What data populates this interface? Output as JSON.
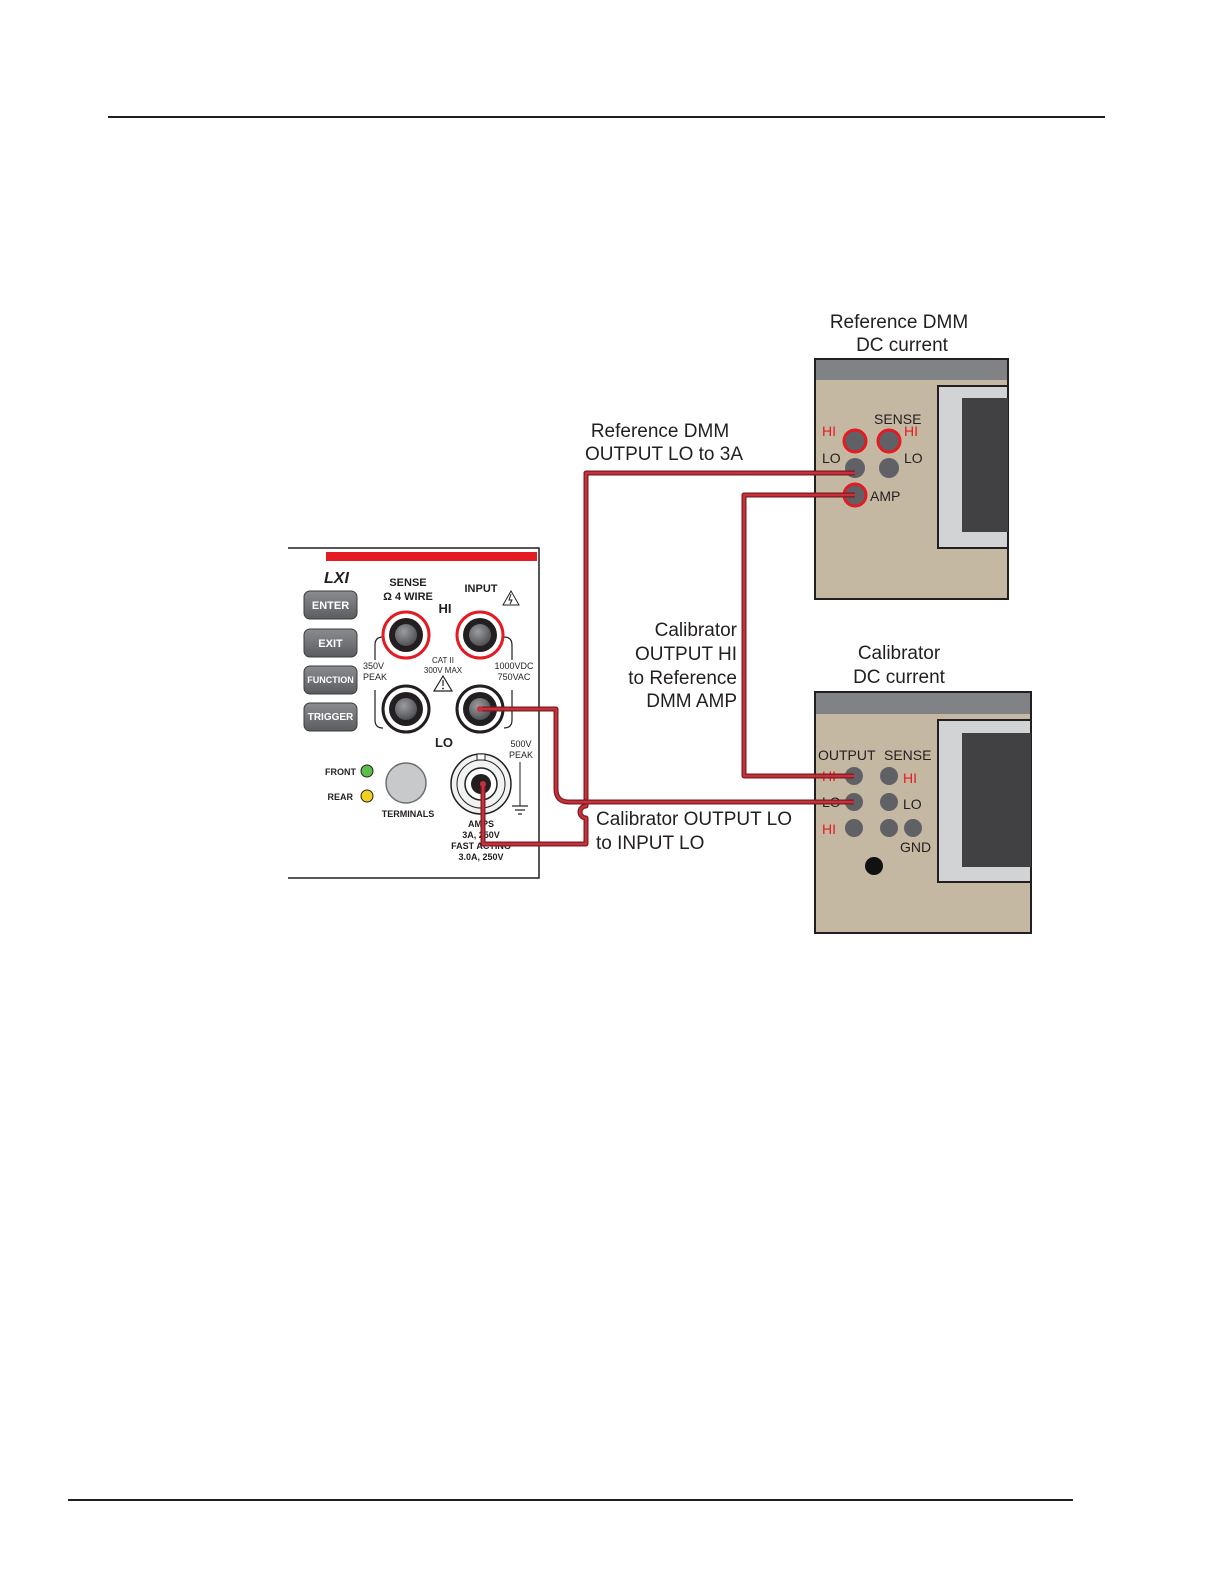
{
  "diagram": {
    "labels": {
      "ref_dmm_title_1": "Reference DMM",
      "ref_dmm_title_2": "DC current",
      "calibrator_title_1": "Calibrator",
      "calibrator_title_2": "DC current",
      "wire_lo_3a_1": "Reference DMM",
      "wire_lo_3a_2": "OUTPUT LO to 3A",
      "wire_hi_amp_1": "Calibrator",
      "wire_hi_amp_2": "OUTPUT HI",
      "wire_hi_amp_3": "to Reference",
      "wire_hi_amp_4": "DMM AMP",
      "wire_lo_input_1": "Calibrator OUTPUT LO",
      "wire_lo_input_2": "to INPUT LO"
    },
    "ref_dmm": {
      "sense": "SENSE",
      "hi_left": "HI",
      "hi_right": "HI",
      "lo_left": "LO",
      "lo_right": "LO",
      "amp": "AMP"
    },
    "calibrator": {
      "output": "OUTPUT",
      "sense": "SENSE",
      "hi_out": "HI",
      "lo_out": "LO",
      "sense_hi": "HI",
      "sense_lo": "LO",
      "hi_bottom": "HI",
      "gnd": "GND"
    },
    "dmm_panel": {
      "logo": "LXI",
      "buttons": [
        "ENTER",
        "EXIT",
        "FUNCTION",
        "TRIGGER"
      ],
      "sense_1": "SENSE",
      "sense_2": "Ω 4 WIRE",
      "input": "INPUT",
      "hi": "HI",
      "lo": "LO",
      "v350_1": "350V",
      "v350_2": "PEAK",
      "cat_1": "CAT II",
      "cat_2": "300V MAX",
      "v1000_1": "1000VDC",
      "v1000_2": "750VAC",
      "v500_1": "500V",
      "v500_2": "PEAK",
      "front": "FRONT",
      "rear": "REAR",
      "terminals": "TERMINALS",
      "amps_1": "AMPS",
      "amps_2": "3A, 250V",
      "amps_3": "FAST ACTING",
      "amps_4": "3.0A, 250V"
    },
    "colors": {
      "wire": "#b5242f",
      "accent_red": "#e31b23",
      "instrument_body": "#c4b8a2",
      "terminal_gray": "#5f6166",
      "led_front": "#5bbf4a",
      "led_rear": "#f0d21e"
    }
  }
}
